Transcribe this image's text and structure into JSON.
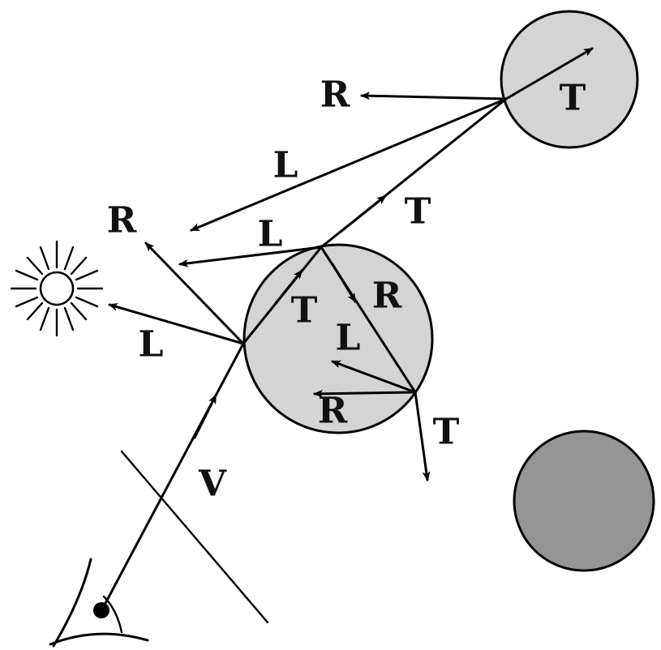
{
  "colors": {
    "background": "#ffffff",
    "ink": "#000000",
    "light_sphere_fill": "#d4d4d4",
    "dark_sphere_fill": "#959595"
  },
  "labels": {
    "view_ray": "V",
    "transmitted": "T",
    "reflected": "R",
    "light": "L"
  },
  "icons": {
    "light_source": "sun-icon",
    "viewer": "eye-icon"
  }
}
